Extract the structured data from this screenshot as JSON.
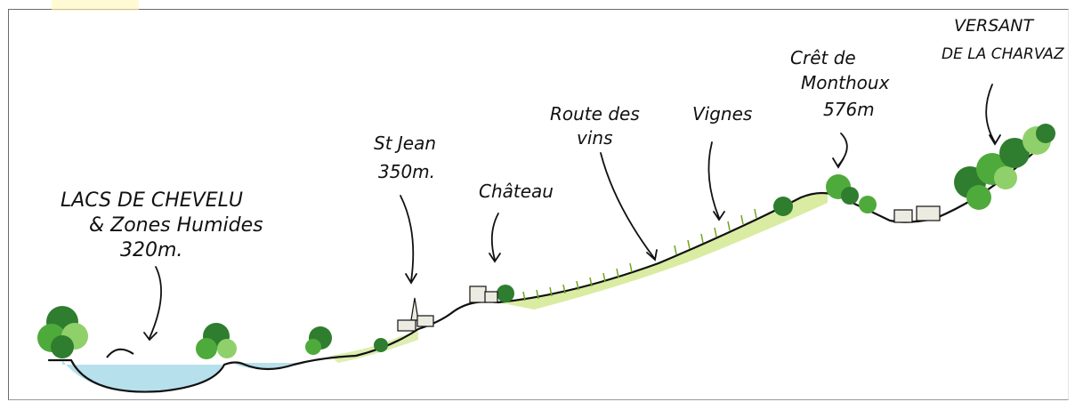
{
  "diagram": {
    "labels": {
      "lacs": [
        "LACS DE CHEVELU",
        "& Zones Humides",
        "320m."
      ],
      "st_jean": [
        "St Jean",
        "350m."
      ],
      "chateau": [
        "Château"
      ],
      "route": [
        "Route des",
        "vins"
      ],
      "vignes": [
        "Vignes"
      ],
      "cret": [
        "Crêt de",
        "Monthoux",
        "576m"
      ],
      "versant": [
        "VERSANT",
        "DE LA CHARVAZ"
      ]
    },
    "colors": {
      "water": "#a9dbe8",
      "vine_green": "#9ccc2e",
      "tree_dark": "#2f7d2f",
      "tree_mid": "#4faa3c",
      "tree_light": "#8fd06a",
      "building": "#ecebe1",
      "ink": "#111111"
    }
  }
}
